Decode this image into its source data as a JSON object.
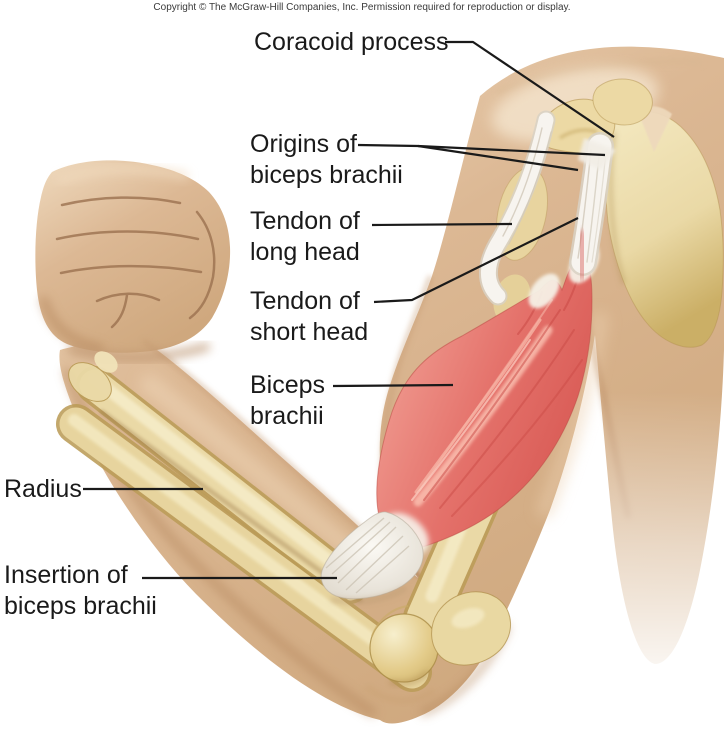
{
  "copyright": "Copyright © The McGraw-Hill Companies, Inc. Permission required for reproduction or display.",
  "labels": {
    "coracoid": {
      "text": "Coracoid process"
    },
    "origins": {
      "line1": "Origins of",
      "line2": "biceps brachii"
    },
    "tendon_long": {
      "line1": "Tendon of",
      "line2": "long head"
    },
    "tendon_short": {
      "line1": "Tendon of",
      "line2": "short head"
    },
    "biceps": {
      "line1": "Biceps",
      "line2": "brachii"
    },
    "radius": {
      "text": "Radius"
    },
    "insertion": {
      "line1": "Insertion of",
      "line2": "biceps brachii"
    }
  },
  "colors": {
    "text": "#1a1a1a",
    "leader": "#1a1a1a",
    "background": "#ffffff",
    "skin": "#dcb894",
    "skin_light": "#efdabe",
    "skin_shadow": "#c49a72",
    "bone": "#ead9a6",
    "bone_edge": "#bb9c58",
    "muscle": "#e4716a",
    "muscle_dark": "#d5544f",
    "muscle_light": "#f2a196",
    "tendon": "#f7f4ef",
    "tendon_shade": "#d8d1c4"
  }
}
